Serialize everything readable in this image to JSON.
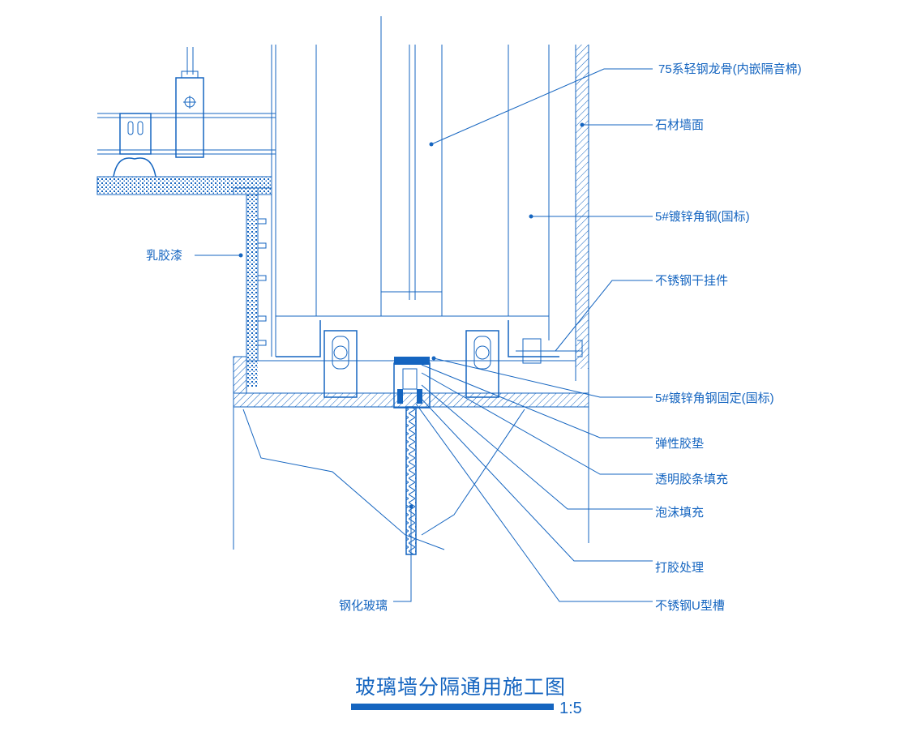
{
  "title": "玻璃墙分隔通用施工图",
  "scale": "1:5",
  "colors": {
    "line": "#1565c0",
    "background": "#ffffff"
  },
  "labels": {
    "keel": "75系轻钢龙骨(内嵌隔音棉)",
    "stone": "石材墙面",
    "angle_steel": "5#镀锌角钢(国标)",
    "hanger": "不锈钢干挂件",
    "angle_fix": "5#镀锌角钢固定(国标)",
    "gasket": "弹性胶垫",
    "strip": "透明胶条填充",
    "foam": "泡沫填充",
    "sealant": "打胶处理",
    "u_channel": "不锈钢U型槽",
    "latex": "乳胶漆",
    "glass": "钢化玻璃"
  }
}
